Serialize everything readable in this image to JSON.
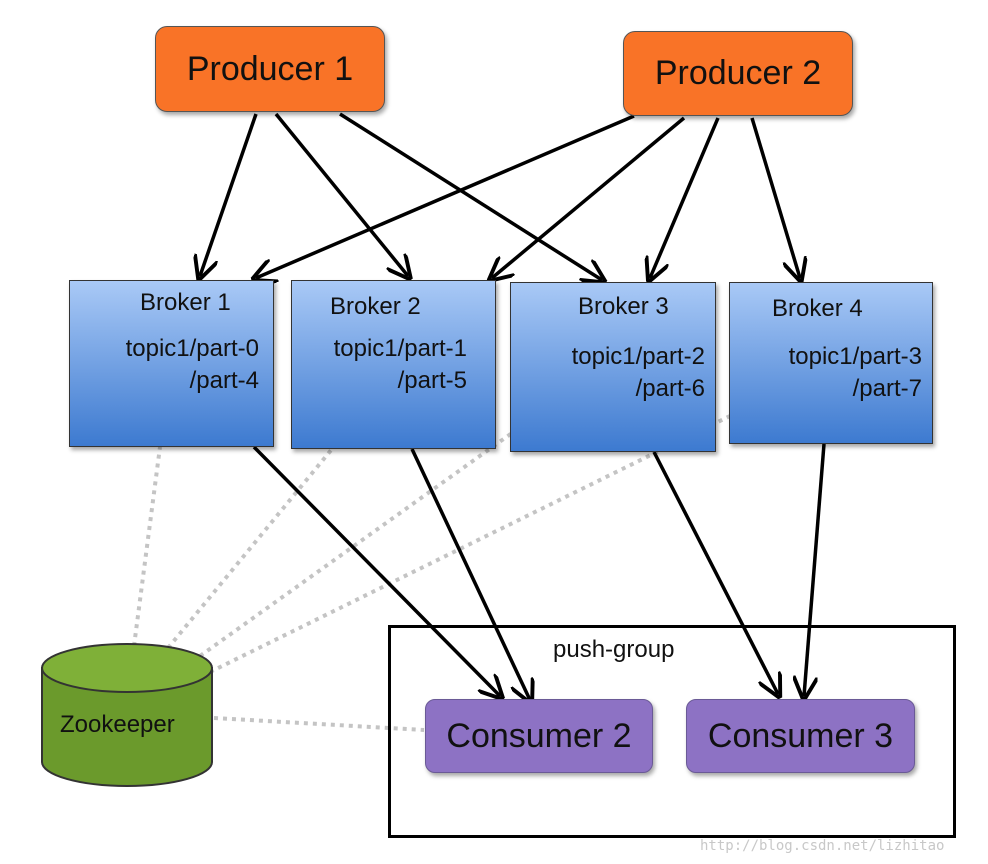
{
  "producers": [
    {
      "label": "Producer 1"
    },
    {
      "label": "Producer 2"
    }
  ],
  "brokers": [
    {
      "title": "Broker 1",
      "partition_a": "topic1/part-0",
      "partition_b": "/part-4"
    },
    {
      "title": "Broker 2",
      "partition_a": "topic1/part-1",
      "partition_b": "/part-5"
    },
    {
      "title": "Broker 3",
      "partition_a": "topic1/part-2",
      "partition_b": "/part-6"
    },
    {
      "title": "Broker 4",
      "partition_a": "topic1/part-3",
      "partition_b": "/part-7"
    }
  ],
  "consumer_group": {
    "label": "push-group",
    "consumers": [
      {
        "label": "Consumer 2"
      },
      {
        "label": "Consumer 3"
      }
    ]
  },
  "zookeeper": {
    "label": "Zookeeper"
  },
  "watermark": "http://blog.csdn.net/lizhitao",
  "colors": {
    "producer": "#f97327",
    "broker_top": "#a9c9f6",
    "broker_bottom": "#3d7ad0",
    "consumer": "#8d72c4",
    "zookeeper": "#6b9a2c"
  }
}
